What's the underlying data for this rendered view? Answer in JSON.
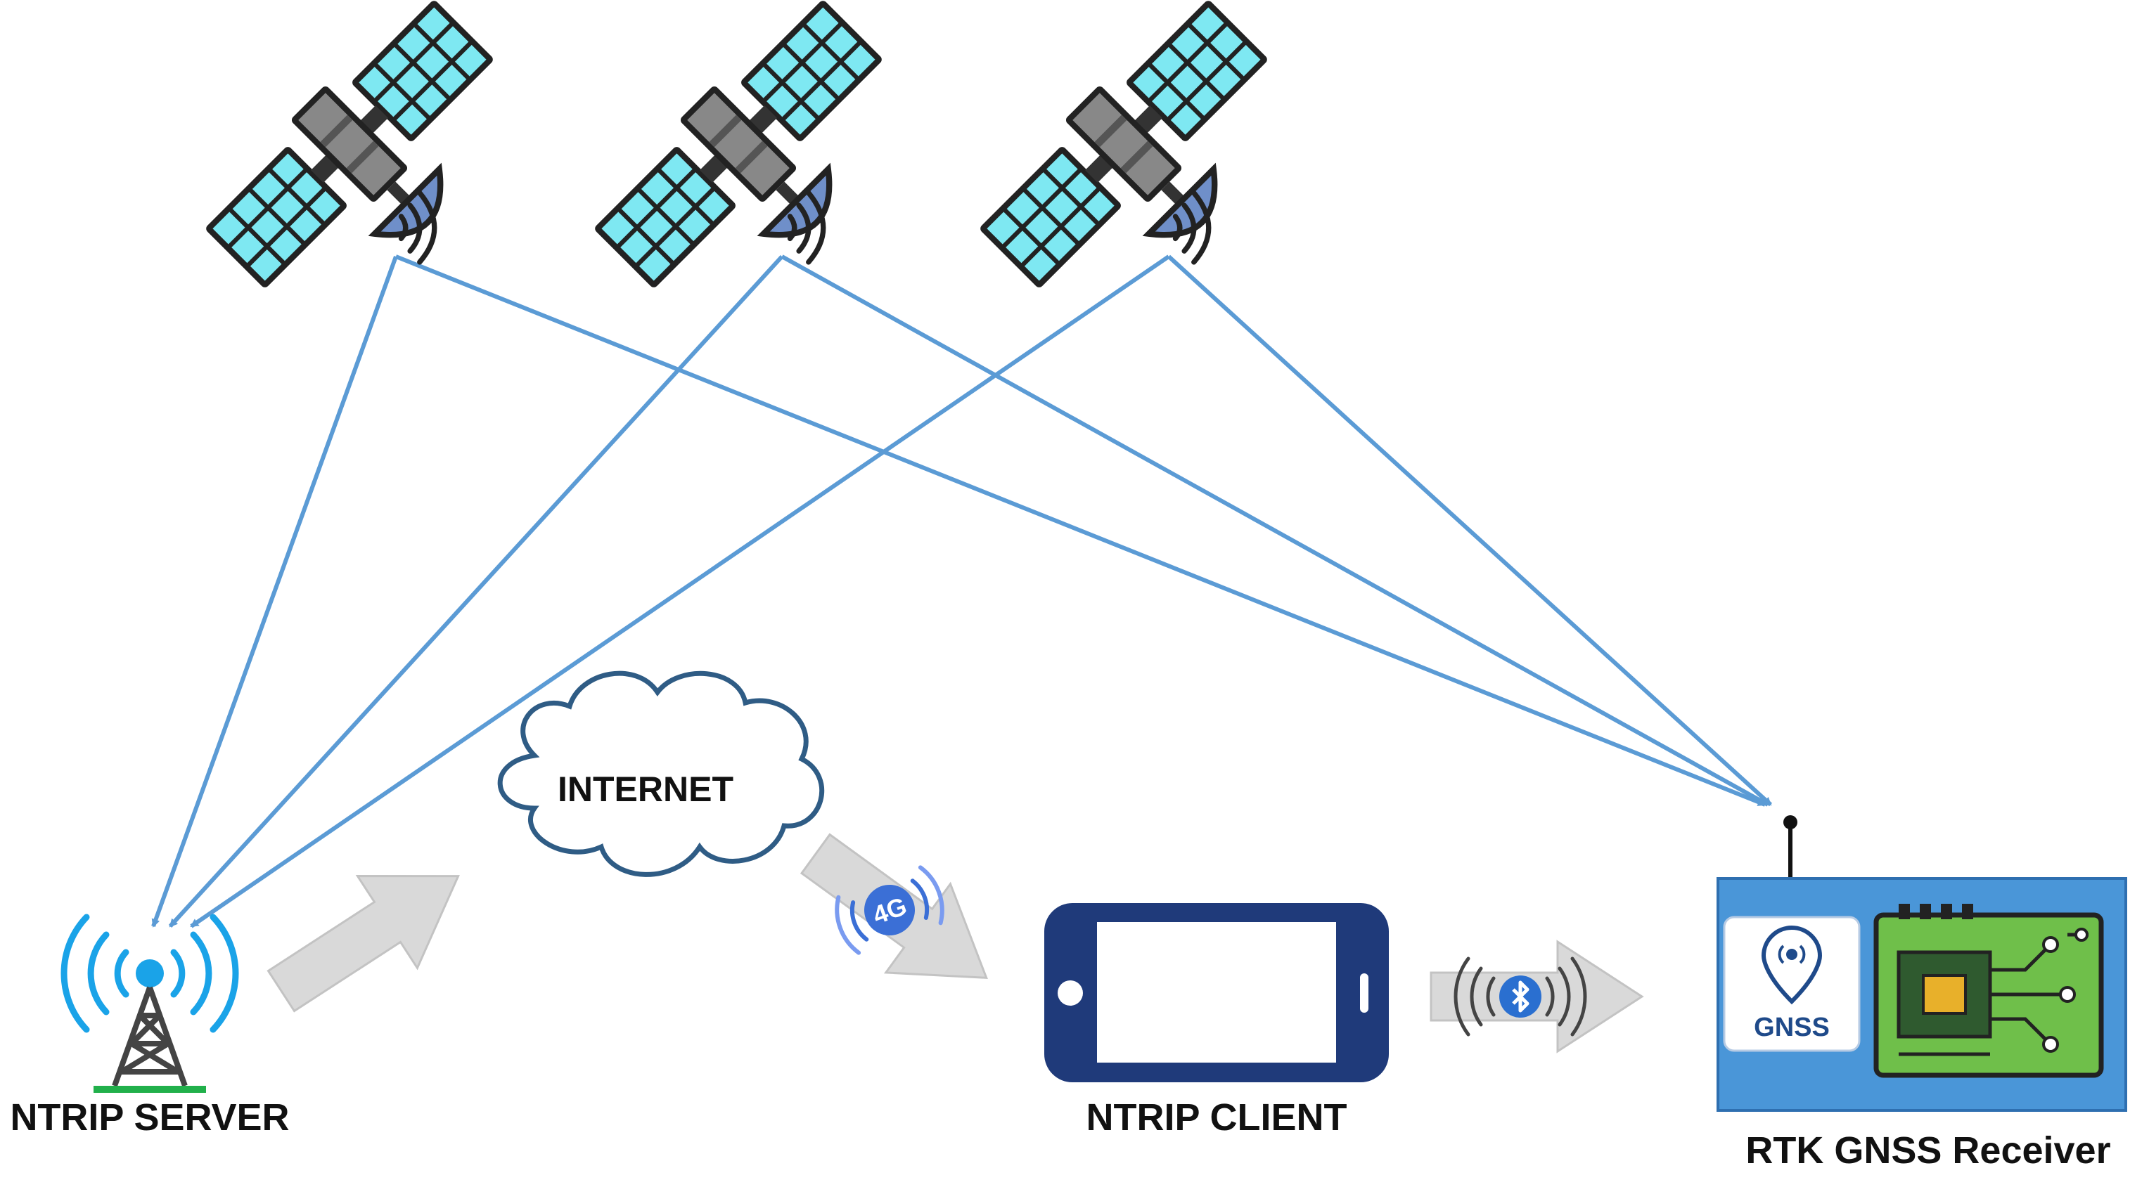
{
  "labels": {
    "internet": "INTERNET",
    "ntrip_server": "NTRIP SERVER",
    "ntrip_client": "NTRIP CLIENT",
    "receiver": "RTK GNSS Receiver",
    "gnss_badge": "GNSS",
    "mobile_badge": "4G"
  },
  "colors": {
    "signal_line": "#5b9bd5",
    "panel": "#4a96d8",
    "panel_edge": "#2e6fb0",
    "phone": "#1f3a7a",
    "pcb": "#6fbf4a",
    "chip": "#e8b02a",
    "satellite_panel": "#7ee8f2",
    "satellite_dark": "#222222",
    "dish": "#6f8fc9",
    "arrow_fill": "#d9d9d9",
    "cloud_stroke": "#2f5c85"
  },
  "icons": [
    "satellite-icon",
    "radio-tower-icon",
    "cloud-icon",
    "mobile-4g-icon",
    "smartphone-icon",
    "bluetooth-icon",
    "gnss-pin-icon",
    "circuit-board-icon",
    "antenna-icon"
  ]
}
